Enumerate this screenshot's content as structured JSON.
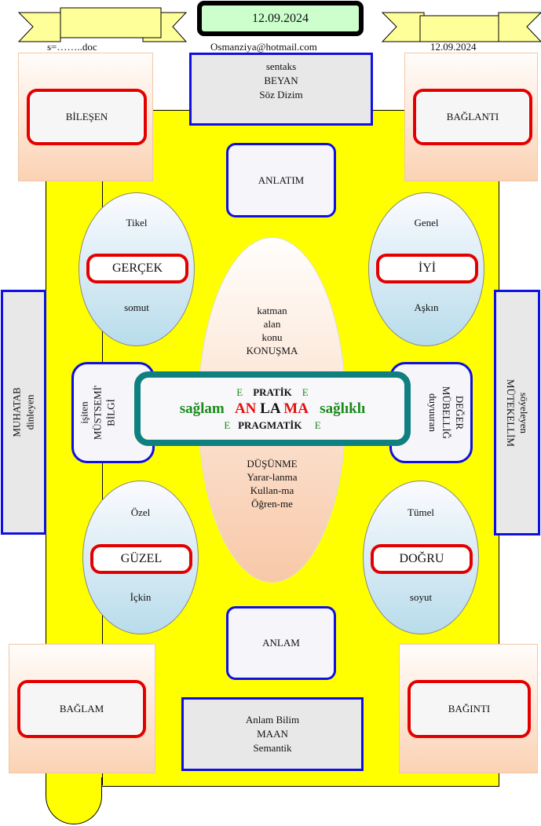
{
  "header": {
    "date_center": "12.09.2024",
    "file": "s=……..doc",
    "email": "Osmanziya@hotmail.com",
    "date_right": "12.09.2024"
  },
  "top": {
    "line1": "sentaks",
    "line2": "BEYAN",
    "line3": "Söz Dizim"
  },
  "bottom": {
    "line1": "Anlam Bilim",
    "line2": "MAAN",
    "line3": "Semantik"
  },
  "corners": {
    "tl": "BİLEŞEN",
    "tr": "BAĞLANTI",
    "bl": "BAĞLAM",
    "br": "BAĞINTI"
  },
  "anlatim": "ANLATIM",
  "anlam": "ANLAM",
  "ovals": {
    "tl": {
      "top": "Tikel",
      "label": "GERÇEK",
      "bottom": "somut"
    },
    "tr": {
      "top": "Genel",
      "label": "İYİ",
      "bottom": "Aşkın"
    },
    "bl": {
      "top": "Özel",
      "label": "GÜZEL",
      "bottom": "İçkin"
    },
    "br": {
      "top": "Tümel",
      "label": "DOĞRU",
      "bottom": "soyut"
    }
  },
  "center_oval": {
    "top": [
      "katman",
      "alan",
      "konu",
      "KONUŞMA"
    ],
    "bottom": [
      "DÜŞÜNME",
      "Yarar-lanma",
      "Kullan-ma",
      "Öğren-me"
    ]
  },
  "side_left": {
    "line1": "MUHATAB",
    "line2": "dinleyen"
  },
  "side_right": {
    "line1": "söyeleyen",
    "line2": "MÜTEKELLİM"
  },
  "inner_left": {
    "line1": "işiten",
    "line2": "MÜSTSEMİ'",
    "line3": "BİLGİ"
  },
  "inner_right": {
    "line1": "DEĞER",
    "line2": "MÜBELLİĞ",
    "line3": "duyuuran"
  },
  "center": {
    "e": "E",
    "pratik": "PRATİK",
    "saglam": "sağlam",
    "an": "AN",
    "la": "LA",
    "ma": "MA",
    "saglikli": "sağlıklı",
    "pragmatik": "PRAGMATİK"
  }
}
